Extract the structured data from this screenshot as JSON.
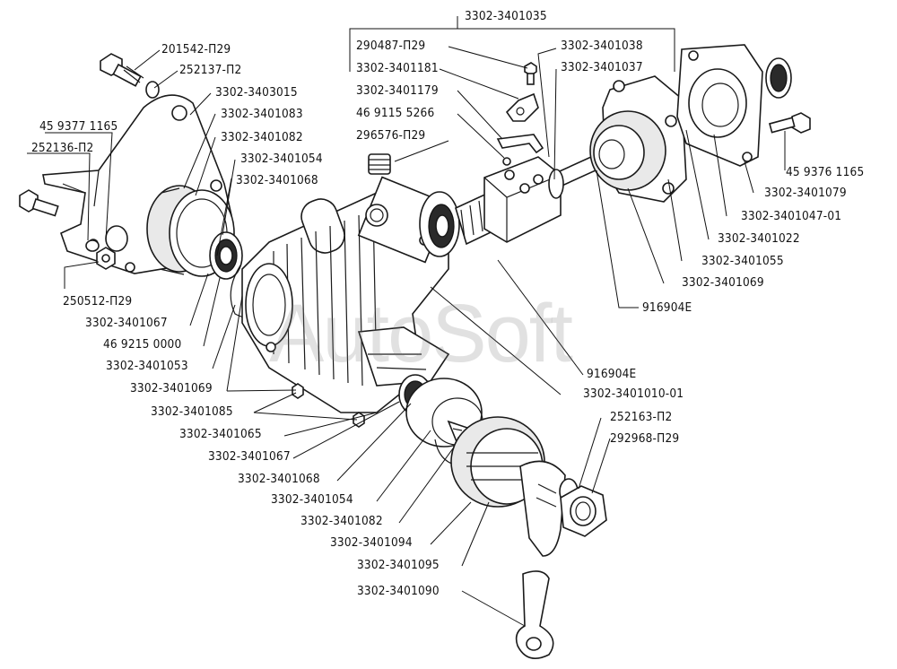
{
  "watermark": "AutoSoft",
  "callouts": [
    "201542-П29",
    "252137-П2",
    "3302-3403015",
    "3302-3401083",
    "45 9377 1165",
    "3302-3401082",
    "252136-П2",
    "3302-3401054",
    "3302-3401068",
    "250512-П29",
    "3302-3401067",
    "46 9215 0000",
    "3302-3401053",
    "3302-3401069",
    "3302-3401085",
    "3302-3401065",
    "3302-3401067",
    "3302-3401068",
    "3302-3401054",
    "3302-3401082",
    "3302-3401094",
    "3302-3401095",
    "3302-3401090",
    "3302-3401035",
    "290487-П29",
    "3302-3401038",
    "3302-3401181",
    "3302-3401037",
    "3302-3401179",
    "46 9115 5266",
    "296576-П29",
    "45 9376 1165",
    "3302-3401079",
    "3302-3401047-01",
    "3302-3401022",
    "3302-3401055",
    "3302-3401069",
    "916904Е",
    "916904Е",
    "3302-3401010-01",
    "252163-П2",
    "292968-П29"
  ]
}
